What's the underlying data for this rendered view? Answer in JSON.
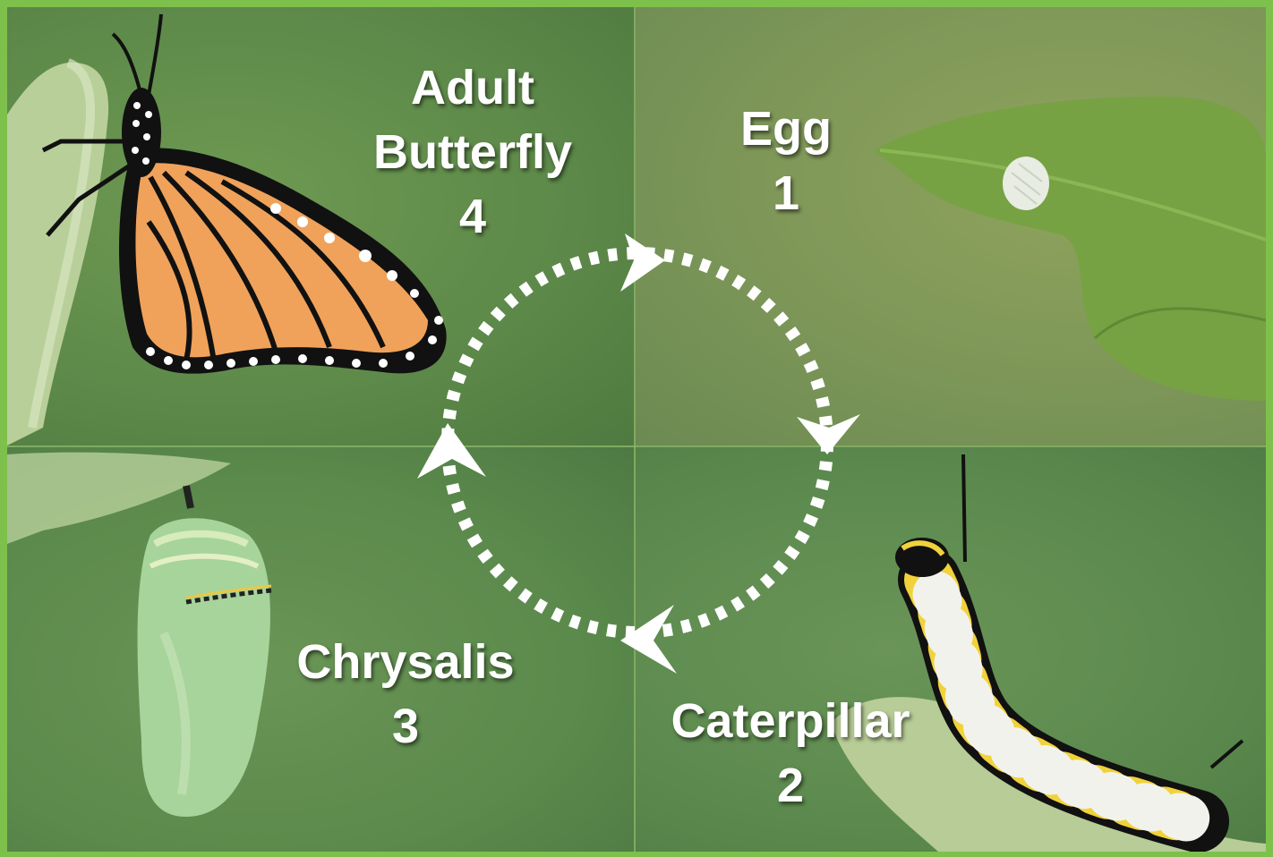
{
  "stages": [
    {
      "name": "Egg",
      "number": "1"
    },
    {
      "name": "Caterpillar",
      "number": "2"
    },
    {
      "name": "Chrysalis",
      "number": "3"
    },
    {
      "name": "Adult Butterfly",
      "name_line1": "Adult",
      "name_line2": "Butterfly",
      "number": "4"
    }
  ],
  "colors": {
    "border": "#7ec04c",
    "background": "#5e8a4a",
    "label_text": "#ffffff",
    "cycle_arrows": "#ffffff"
  },
  "icons": [
    "butterfly-photo",
    "egg-on-leaf-photo",
    "caterpillar-photo",
    "chrysalis-photo",
    "cycle-arrow-icon"
  ]
}
